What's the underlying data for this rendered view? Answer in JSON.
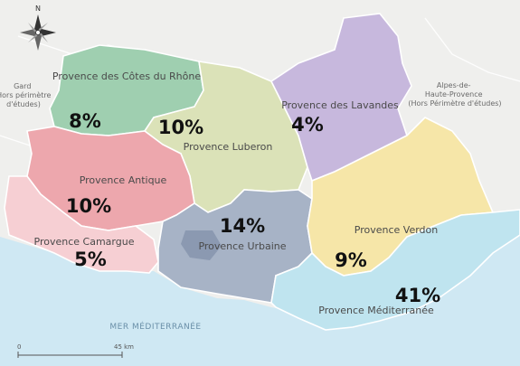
{
  "compass": {
    "north": "N"
  },
  "colors": {
    "land": "#efefed",
    "sea": "#cfe8f3",
    "cotes_du_rhone": "#9fcfb0",
    "luberon": "#dbe2b8",
    "lavandes": "#c7b8dd",
    "antique": "#eda7ad",
    "camargue": "#f6cfd3",
    "urbaine": "#a7b3c6",
    "urbaine_dark": "#8b99b1",
    "verdon": "#f6e6a8",
    "mediterranee": "#bfe4ef"
  },
  "regions": [
    {
      "key": "cotes_du_rhone",
      "name": "Provence des Côtes du Rhône",
      "share": "8%"
    },
    {
      "key": "luberon",
      "name": "Provence Luberon",
      "share": "10%"
    },
    {
      "key": "lavandes",
      "name": "Provence des Lavandes",
      "share": "4%"
    },
    {
      "key": "antique",
      "name": "Provence Antique",
      "share": "10%"
    },
    {
      "key": "camargue",
      "name": "Provence Camargue",
      "share": "5%"
    },
    {
      "key": "urbaine",
      "name": "Provence Urbaine",
      "share": "14%"
    },
    {
      "key": "verdon",
      "name": "Provence Verdon",
      "share": "9%"
    },
    {
      "key": "mediterranee",
      "name": "Provence Méditerranée",
      "share": "41%"
    }
  ],
  "outside": {
    "gard": [
      "Gard",
      "(Hors périmètre",
      "d'études)"
    ],
    "alpes": [
      "Alpes-de-",
      "Haute-Provence",
      "(Hors Périmètre d'études)"
    ]
  },
  "sea_label": "MER MÉDITERRANÉE",
  "scale": {
    "start": "0",
    "end": "45 km"
  }
}
